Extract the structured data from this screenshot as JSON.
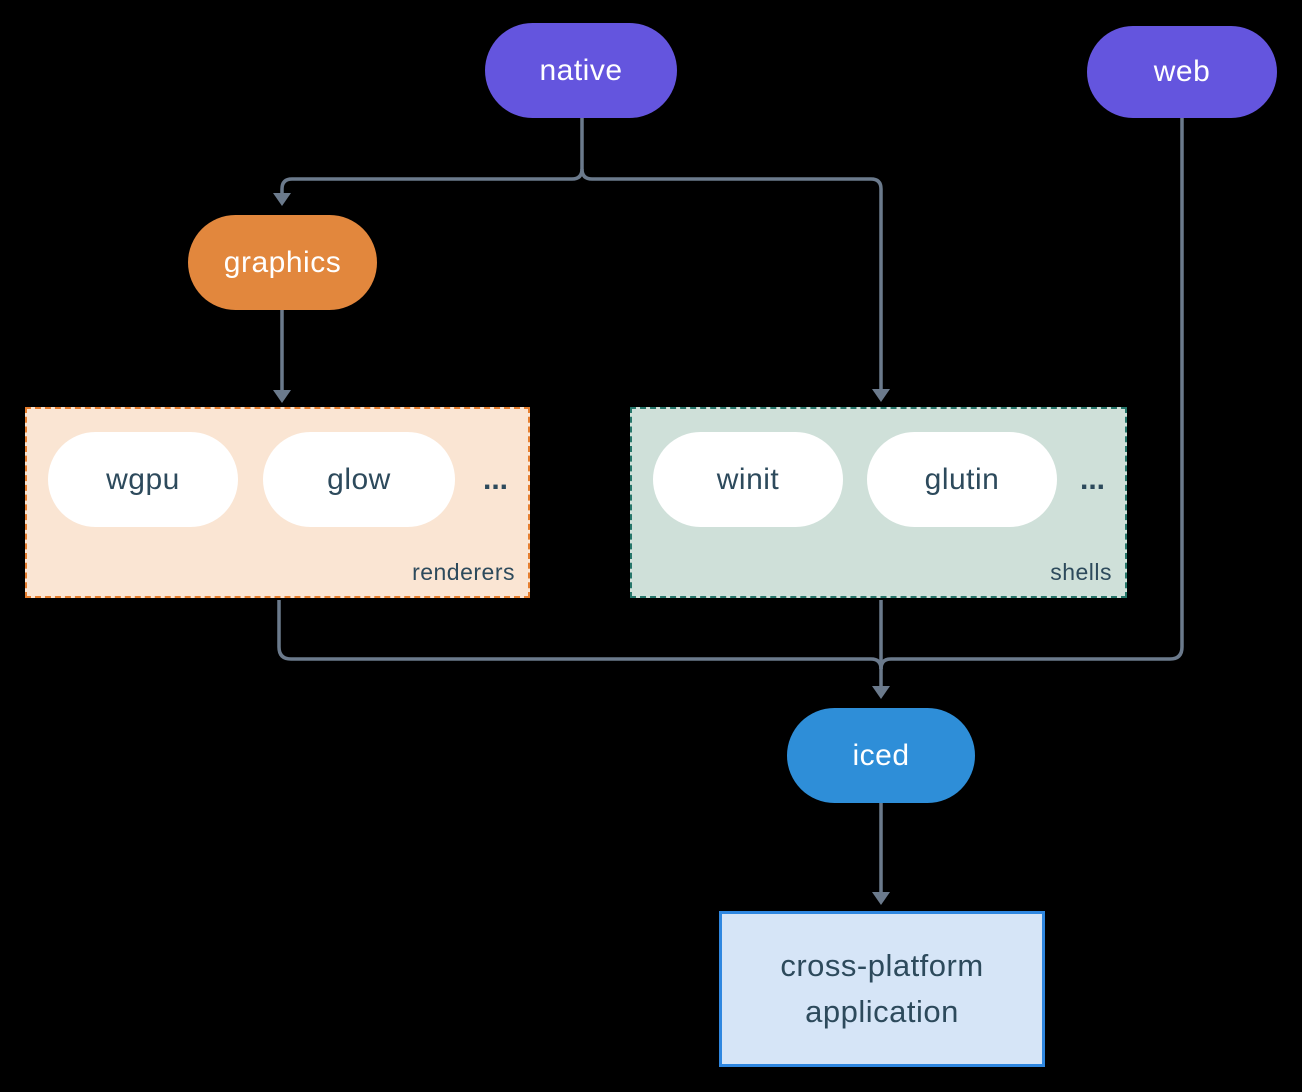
{
  "theme": {
    "background": "#000000",
    "connector": "#6b7a8c",
    "purple": "#6455de",
    "orange": "#e2873d",
    "blue": "#2e8ed8",
    "renderers_bg": "#fae5d3",
    "renderers_border": "#e67e2e",
    "shells_bg": "#cfe0d9",
    "shells_border": "#26766a",
    "app_bg": "#d6e5f7",
    "app_border": "#2f87e0",
    "dark_text": "#2d4a5c",
    "pill_text": "#ffffff"
  },
  "nodes": {
    "native": {
      "label": "native"
    },
    "web": {
      "label": "web"
    },
    "graphics": {
      "label": "graphics"
    },
    "iced": {
      "label": "iced"
    },
    "application": {
      "label": "cross-platform application"
    }
  },
  "groups": {
    "renderers": {
      "label": "renderers",
      "items": [
        "wgpu",
        "glow"
      ],
      "more": "..."
    },
    "shells": {
      "label": "shells",
      "items": [
        "winit",
        "glutin"
      ],
      "more": "..."
    }
  },
  "edges": [
    {
      "from": "native",
      "to": "graphics"
    },
    {
      "from": "native",
      "to": "shells"
    },
    {
      "from": "graphics",
      "to": "renderers"
    },
    {
      "from": "renderers",
      "to": "iced"
    },
    {
      "from": "shells",
      "to": "iced"
    },
    {
      "from": "web",
      "to": "iced"
    },
    {
      "from": "iced",
      "to": "application"
    }
  ]
}
